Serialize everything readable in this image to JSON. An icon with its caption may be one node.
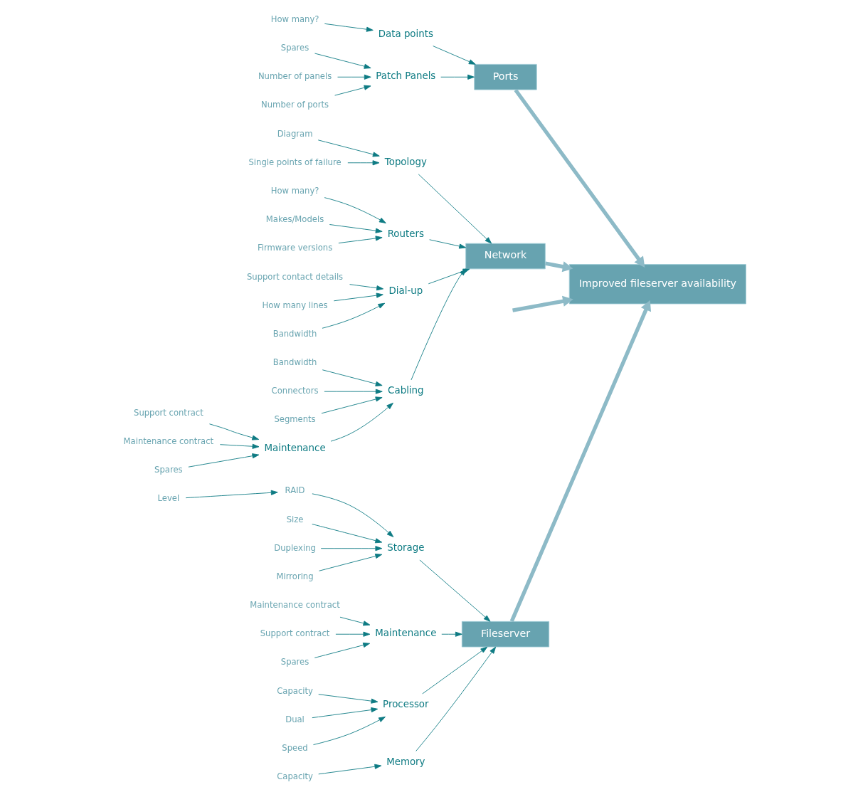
{
  "diagram": {
    "nodes": [
      {
        "text": [
          "Fileserver"
        ]
      },
      {
        "text": [
          "Ports"
        ]
      },
      {
        "text": [
          "Network"
        ]
      },
      {
        "text": [
          "Improved fileserver availability"
        ]
      },
      {
        "text": [
          "Storage"
        ]
      },
      {
        "text": [
          "RAID"
        ]
      },
      {
        "text": [
          "Level"
        ]
      },
      {
        "text": [
          "Size"
        ]
      },
      {
        "text": [
          "Duplexing"
        ]
      },
      {
        "text": [
          "Mirroring"
        ]
      },
      {
        "text": [
          "Maintenance"
        ]
      },
      {
        "text": [
          "Maintenance contract"
        ]
      },
      {
        "text": [
          "Support contract"
        ]
      },
      {
        "text": [
          "Spares"
        ]
      },
      {
        "text": [
          "Processor"
        ]
      },
      {
        "text": [
          "Capacity"
        ]
      },
      {
        "text": [
          "Dual"
        ]
      },
      {
        "text": [
          "Speed"
        ]
      },
      {
        "text": [
          "Memory"
        ]
      },
      {
        "text": [
          "Capacity"
        ]
      },
      {
        "text": [
          "Data points"
        ]
      },
      {
        "text": [
          "How many?"
        ]
      },
      {
        "text": [
          "Patch Panels"
        ]
      },
      {
        "text": [
          "Spares"
        ]
      },
      {
        "text": [
          "Number of panels"
        ]
      },
      {
        "text": [
          "Number of ports"
        ]
      },
      {
        "text": [
          "Topology"
        ]
      },
      {
        "text": [
          "Diagram"
        ]
      },
      {
        "text": [
          "Single points of failure"
        ]
      },
      {
        "text": [
          "Routers"
        ]
      },
      {
        "text": [
          "How many?"
        ]
      },
      {
        "text": [
          "Makes/Models"
        ]
      },
      {
        "text": [
          "Firmware versions"
        ]
      },
      {
        "text": [
          "Dial-up"
        ]
      },
      {
        "text": [
          "Support contact details"
        ]
      },
      {
        "text": [
          "How many lines"
        ]
      },
      {
        "text": [
          "Bandwidth"
        ]
      },
      {
        "text": [
          "Cabling"
        ]
      },
      {
        "text": [
          "Bandwidth"
        ]
      },
      {
        "text": [
          "Connectors"
        ]
      },
      {
        "text": [
          "Segments"
        ]
      },
      {
        "text": [
          "Maintenance"
        ]
      },
      {
        "text": [
          "Support contract"
        ]
      },
      {
        "text": [
          "Maintenance contract"
        ]
      },
      {
        "text": [
          "Spares"
        ]
      }
    ],
    "edges": [
      {
        "from": null,
        "to": 3,
        "arrow": "to",
        "style": "thick",
        "color": "#8dbac7"
      },
      {
        "from": 0,
        "to": 3,
        "arrow": "to",
        "style": "thick",
        "color": "#8dbac7"
      },
      {
        "from": 1,
        "to": 3,
        "arrow": "to",
        "style": "thick",
        "color": "#8dbac7"
      },
      {
        "from": 2,
        "to": 3,
        "arrow": "to",
        "style": "thick",
        "color": "#8dbac7"
      },
      {
        "from": 4,
        "to": 0,
        "arrow": "to"
      },
      {
        "from": 5,
        "to": 4,
        "arrow": "to"
      },
      {
        "from": 6,
        "to": 5,
        "arrow": "to"
      },
      {
        "from": 7,
        "to": 4,
        "arrow": "to"
      },
      {
        "from": 8,
        "to": 4,
        "arrow": "to"
      },
      {
        "from": 9,
        "to": 4,
        "arrow": "to"
      },
      {
        "from": 10,
        "to": 0,
        "arrow": "to"
      },
      {
        "from": 11,
        "to": 10,
        "arrow": "to"
      },
      {
        "from": 12,
        "to": 10,
        "arrow": "to"
      },
      {
        "from": 13,
        "to": 10,
        "arrow": "to"
      },
      {
        "from": 14,
        "to": 0,
        "arrow": "to"
      },
      {
        "from": 15,
        "to": 14,
        "arrow": "to"
      },
      {
        "from": 16,
        "to": 14,
        "arrow": "to"
      },
      {
        "from": 17,
        "to": 14,
        "arrow": "to"
      },
      {
        "from": 18,
        "to": 0,
        "arrow": "to"
      },
      {
        "from": 19,
        "to": 18,
        "arrow": "to"
      },
      {
        "from": 20,
        "to": 1,
        "arrow": "to"
      },
      {
        "from": 21,
        "to": 20,
        "arrow": "to"
      },
      {
        "from": 22,
        "to": 1,
        "arrow": "to"
      },
      {
        "from": 23,
        "to": 22,
        "arrow": "to"
      },
      {
        "from": 24,
        "to": 22,
        "arrow": "to"
      },
      {
        "from": 25,
        "to": 22,
        "arrow": "to"
      },
      {
        "from": 26,
        "to": 2,
        "arrow": "to"
      },
      {
        "from": 27,
        "to": 26,
        "arrow": "to"
      },
      {
        "from": 28,
        "to": 26,
        "arrow": "to"
      },
      {
        "from": 29,
        "to": 2,
        "arrow": "to"
      },
      {
        "from": 30,
        "to": 29,
        "arrow": "to"
      },
      {
        "from": 31,
        "to": 29,
        "arrow": "to"
      },
      {
        "from": 32,
        "to": 29,
        "arrow": "to"
      },
      {
        "from": 33,
        "to": 2,
        "arrow": "to"
      },
      {
        "from": 34,
        "to": 33,
        "arrow": "to"
      },
      {
        "from": 35,
        "to": 33,
        "arrow": "to"
      },
      {
        "from": 36,
        "to": 33,
        "arrow": "to"
      },
      {
        "from": 37,
        "to": 2,
        "arrow": "to"
      },
      {
        "from": 38,
        "to": 37,
        "arrow": "to"
      },
      {
        "from": 39,
        "to": 37,
        "arrow": "to"
      },
      {
        "from": 40,
        "to": 37,
        "arrow": "to"
      },
      {
        "from": 41,
        "to": 37,
        "arrow": "to"
      },
      {
        "from": 42,
        "to": 41,
        "arrow": "to"
      },
      {
        "from": 43,
        "to": 41,
        "arrow": "to"
      },
      {
        "from": 44,
        "to": 41,
        "arrow": "to"
      }
    ]
  }
}
